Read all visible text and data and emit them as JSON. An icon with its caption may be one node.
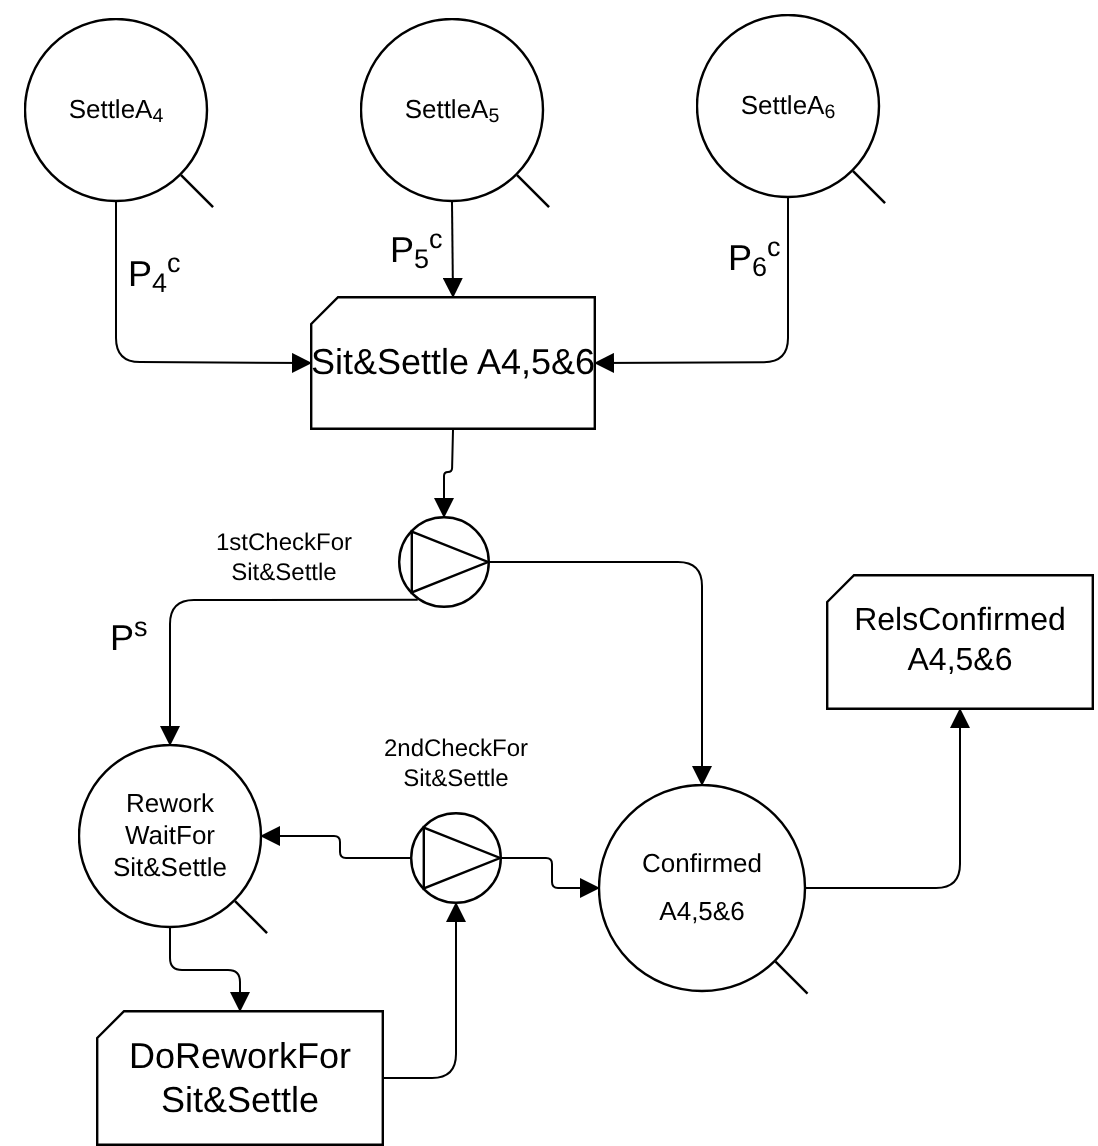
{
  "diagram": {
    "nodes": [
      {
        "text": [
          "SettleA$_{4}$"
        ]
      },
      {
        "text": [
          "SettleA$_{5}$"
        ]
      },
      {
        "text": [
          "SettleA$_{6}$"
        ]
      },
      {
        "text": [
          "Sit&Settle A4,5&6"
        ]
      },
      {
        "text": [
          "1stCheckFor Sit&Settle"
        ]
      },
      {
        "text": [
          "Rework WaitFor Sit&Settle"
        ]
      },
      {
        "text": [
          "2ndCheckFor Sit&Settle"
        ]
      },
      {
        "text": [
          "Confirmed",
          "A4,5&6"
        ]
      },
      {
        "text": [
          "RelsConfirmed A4,5&6"
        ]
      },
      {
        "text": [
          "DoReworkFor Sit&Settle"
        ]
      }
    ],
    "edges": [
      {
        "from": 0,
        "to": 3,
        "arrow": "to",
        "label": "P$_{4}$$^{c}$"
      },
      {
        "from": 1,
        "to": 3,
        "arrow": "to",
        "label": "P$_{5}$$^{c}$"
      },
      {
        "from": 2,
        "to": 3,
        "arrow": "to",
        "label": "P$_{6}$$^{c}$"
      },
      {
        "from": 3,
        "to": 4,
        "arrow": "to"
      },
      {
        "from": 4,
        "to": 5,
        "arrow": "to",
        "label": "P$^{s}$"
      },
      {
        "from": 4,
        "to": 7,
        "arrow": "to"
      },
      {
        "from": 6,
        "to": 5,
        "arrow": "to"
      },
      {
        "from": 6,
        "to": 7,
        "arrow": "to"
      },
      {
        "from": 5,
        "to": 9,
        "arrow": "to"
      },
      {
        "from": 9,
        "to": 6,
        "arrow": "to"
      },
      {
        "from": 7,
        "to": 8,
        "arrow": "to"
      }
    ]
  }
}
